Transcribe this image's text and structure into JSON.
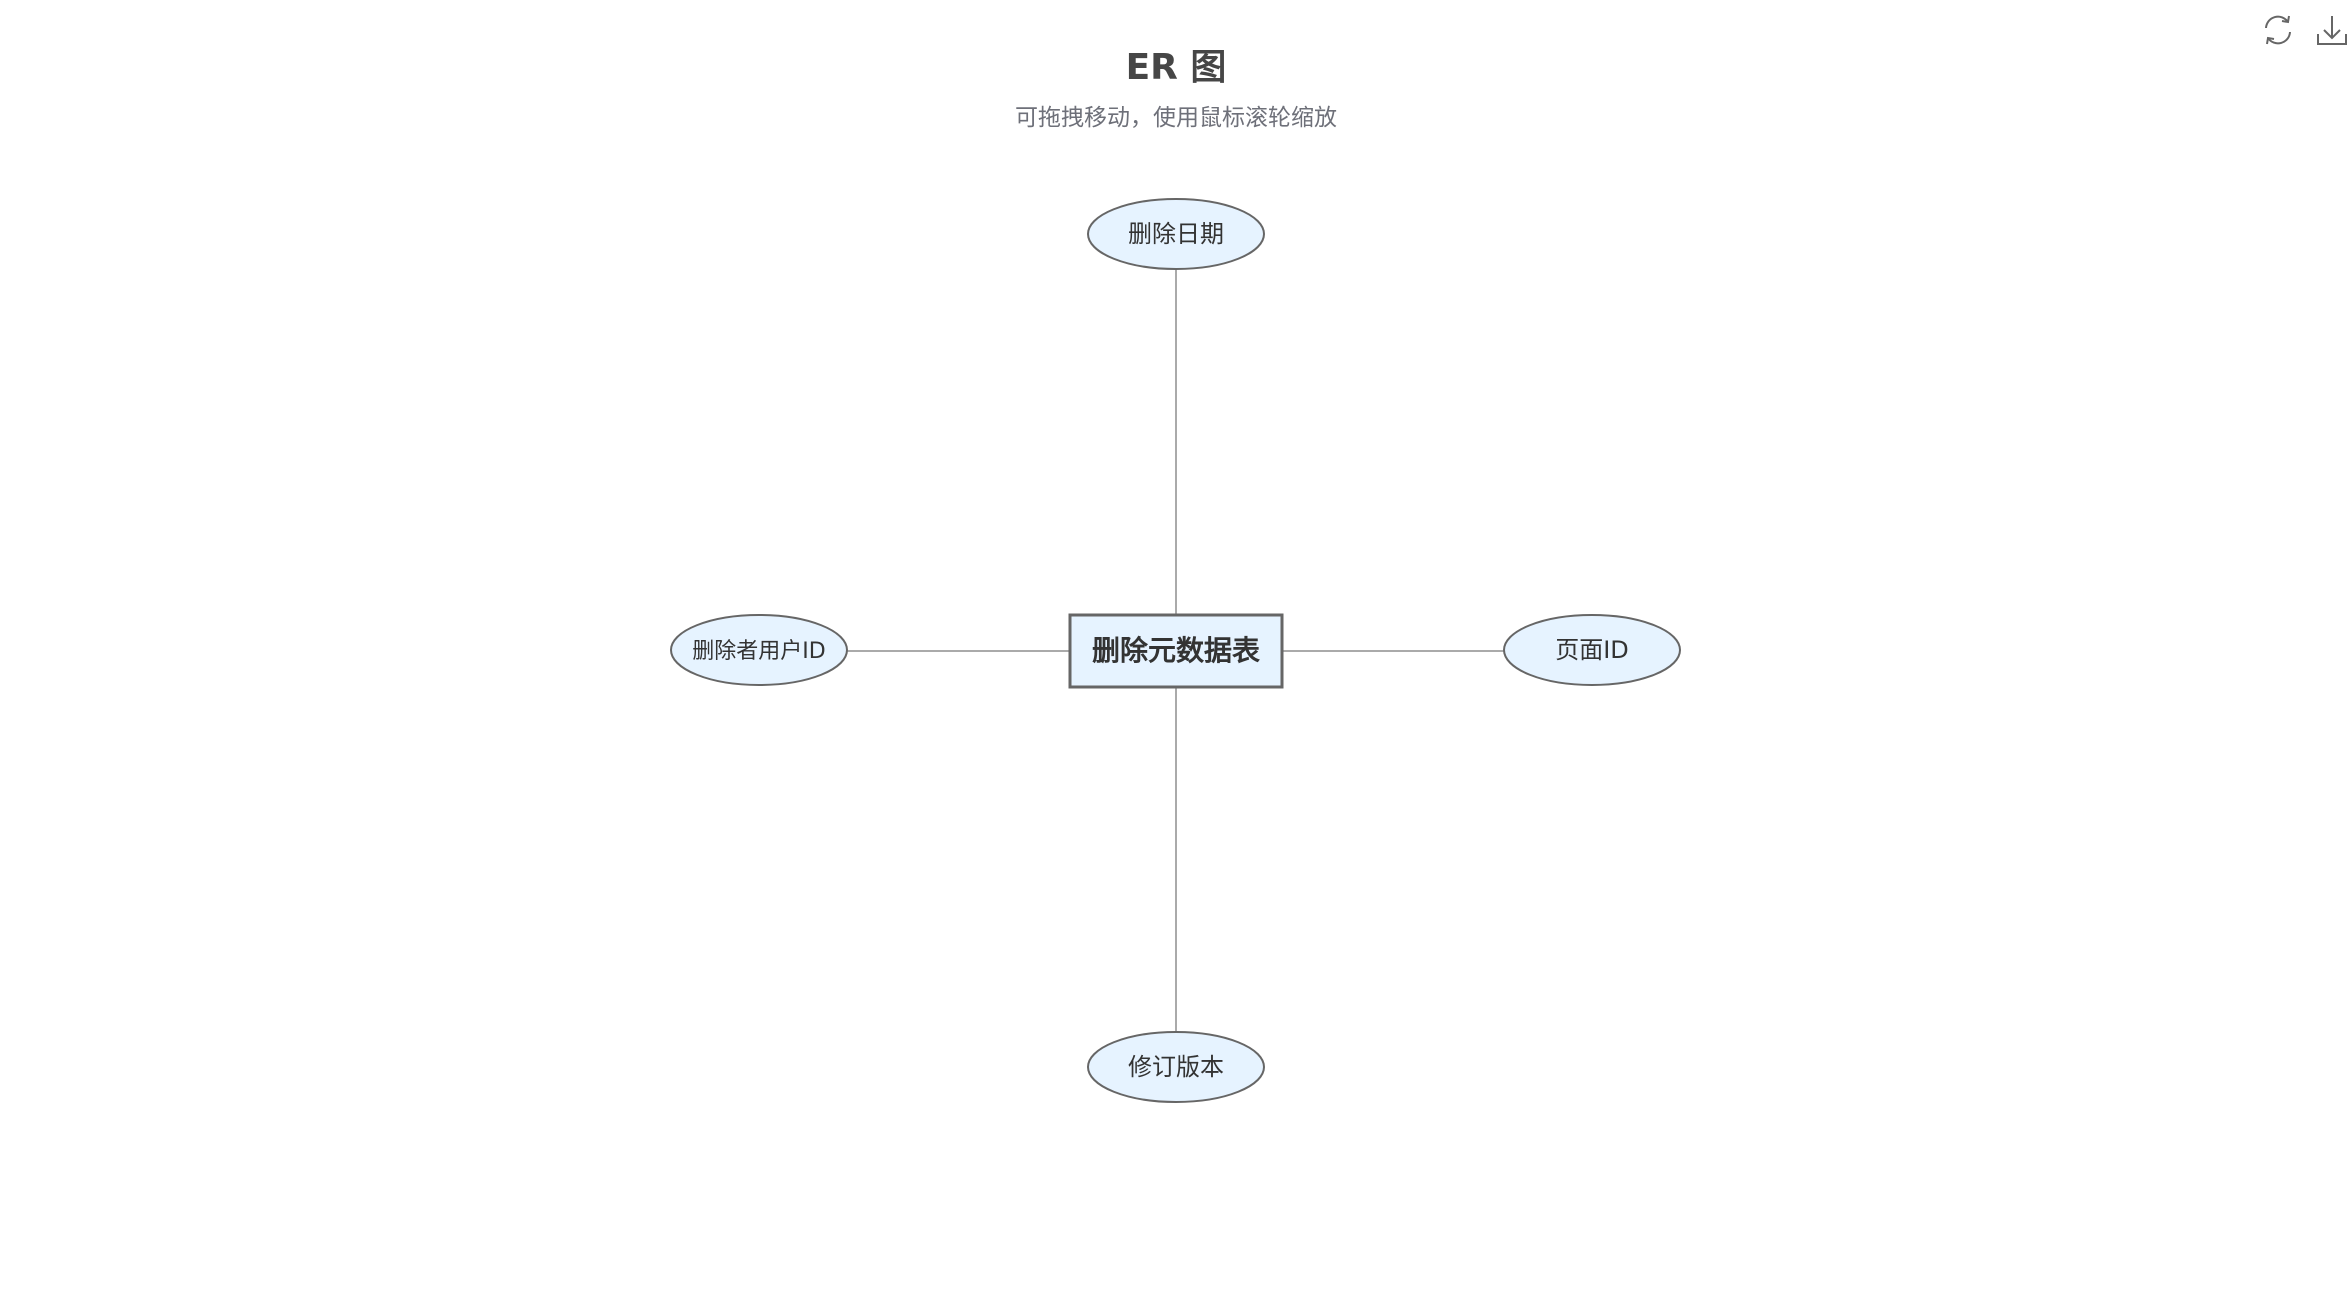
{
  "header": {
    "title": "ER 图",
    "subtitle": "可拖拽移动，使用鼠标滚轮缩放"
  },
  "toolbox": {
    "restore_icon": "refresh-icon",
    "download_icon": "download-icon"
  },
  "diagram": {
    "entity": {
      "label": "删除元数据表"
    },
    "attributes": [
      {
        "id": "delete-date",
        "label": "删除日期"
      },
      {
        "id": "deleter-user-id",
        "label": "删除者用户ID"
      },
      {
        "id": "page-id",
        "label": "页面ID"
      },
      {
        "id": "revision-version",
        "label": "修订版本"
      }
    ],
    "colors": {
      "node_fill": "#e6f3ff",
      "node_stroke": "#666666",
      "edge": "#aaaaaa",
      "title": "#464646",
      "subtitle": "#6e7079",
      "icon": "#666666"
    }
  }
}
